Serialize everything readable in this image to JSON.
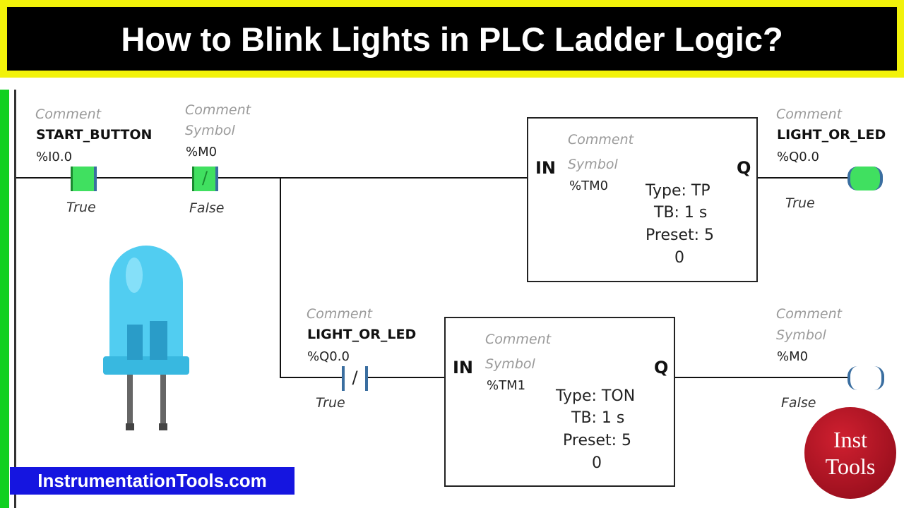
{
  "title": "How to Blink Lights in PLC Ladder Logic?",
  "footer": "InstrumentationTools.com",
  "logo": {
    "line1": "Inst",
    "line2": "Tools"
  },
  "colors": {
    "title_border": "#f2f20a",
    "active_green": "#40e060",
    "rail_green": "#10d020",
    "footer_blue": "#1515e0",
    "logo_red": "#b01020",
    "led_blue": "#3ec8f0"
  },
  "rung1": {
    "contact1": {
      "comment": "Comment",
      "symbol": "START_BUTTON",
      "address": "%I0.0",
      "state": "True",
      "type": "normally-open"
    },
    "contact2": {
      "comment": "Comment",
      "symbol": "Symbol",
      "address": "%M0",
      "state": "False",
      "type": "normally-closed"
    },
    "timer": {
      "in": "IN",
      "q": "Q",
      "comment": "Comment",
      "symbol": "Symbol",
      "address": "%TM0",
      "type": "Type:  TP",
      "tb": "TB:  1 s",
      "preset": "Preset:  5",
      "value": "0"
    },
    "coil": {
      "comment": "Comment",
      "symbol": "LIGHT_OR_LED",
      "address": "%Q0.0",
      "state": "True"
    }
  },
  "rung2": {
    "contact": {
      "comment": "Comment",
      "symbol": "LIGHT_OR_LED",
      "address": "%Q0.0",
      "state": "True",
      "type": "normally-closed"
    },
    "timer": {
      "in": "IN",
      "q": "Q",
      "comment": "Comment",
      "symbol": "Symbol",
      "address": "%TM1",
      "type": "Type:  TON",
      "tb": "TB:  1 s",
      "preset": "Preset:  5",
      "value": "0"
    },
    "coil": {
      "comment": "Comment",
      "symbol": "Symbol",
      "address": "%M0",
      "state": "False"
    }
  }
}
